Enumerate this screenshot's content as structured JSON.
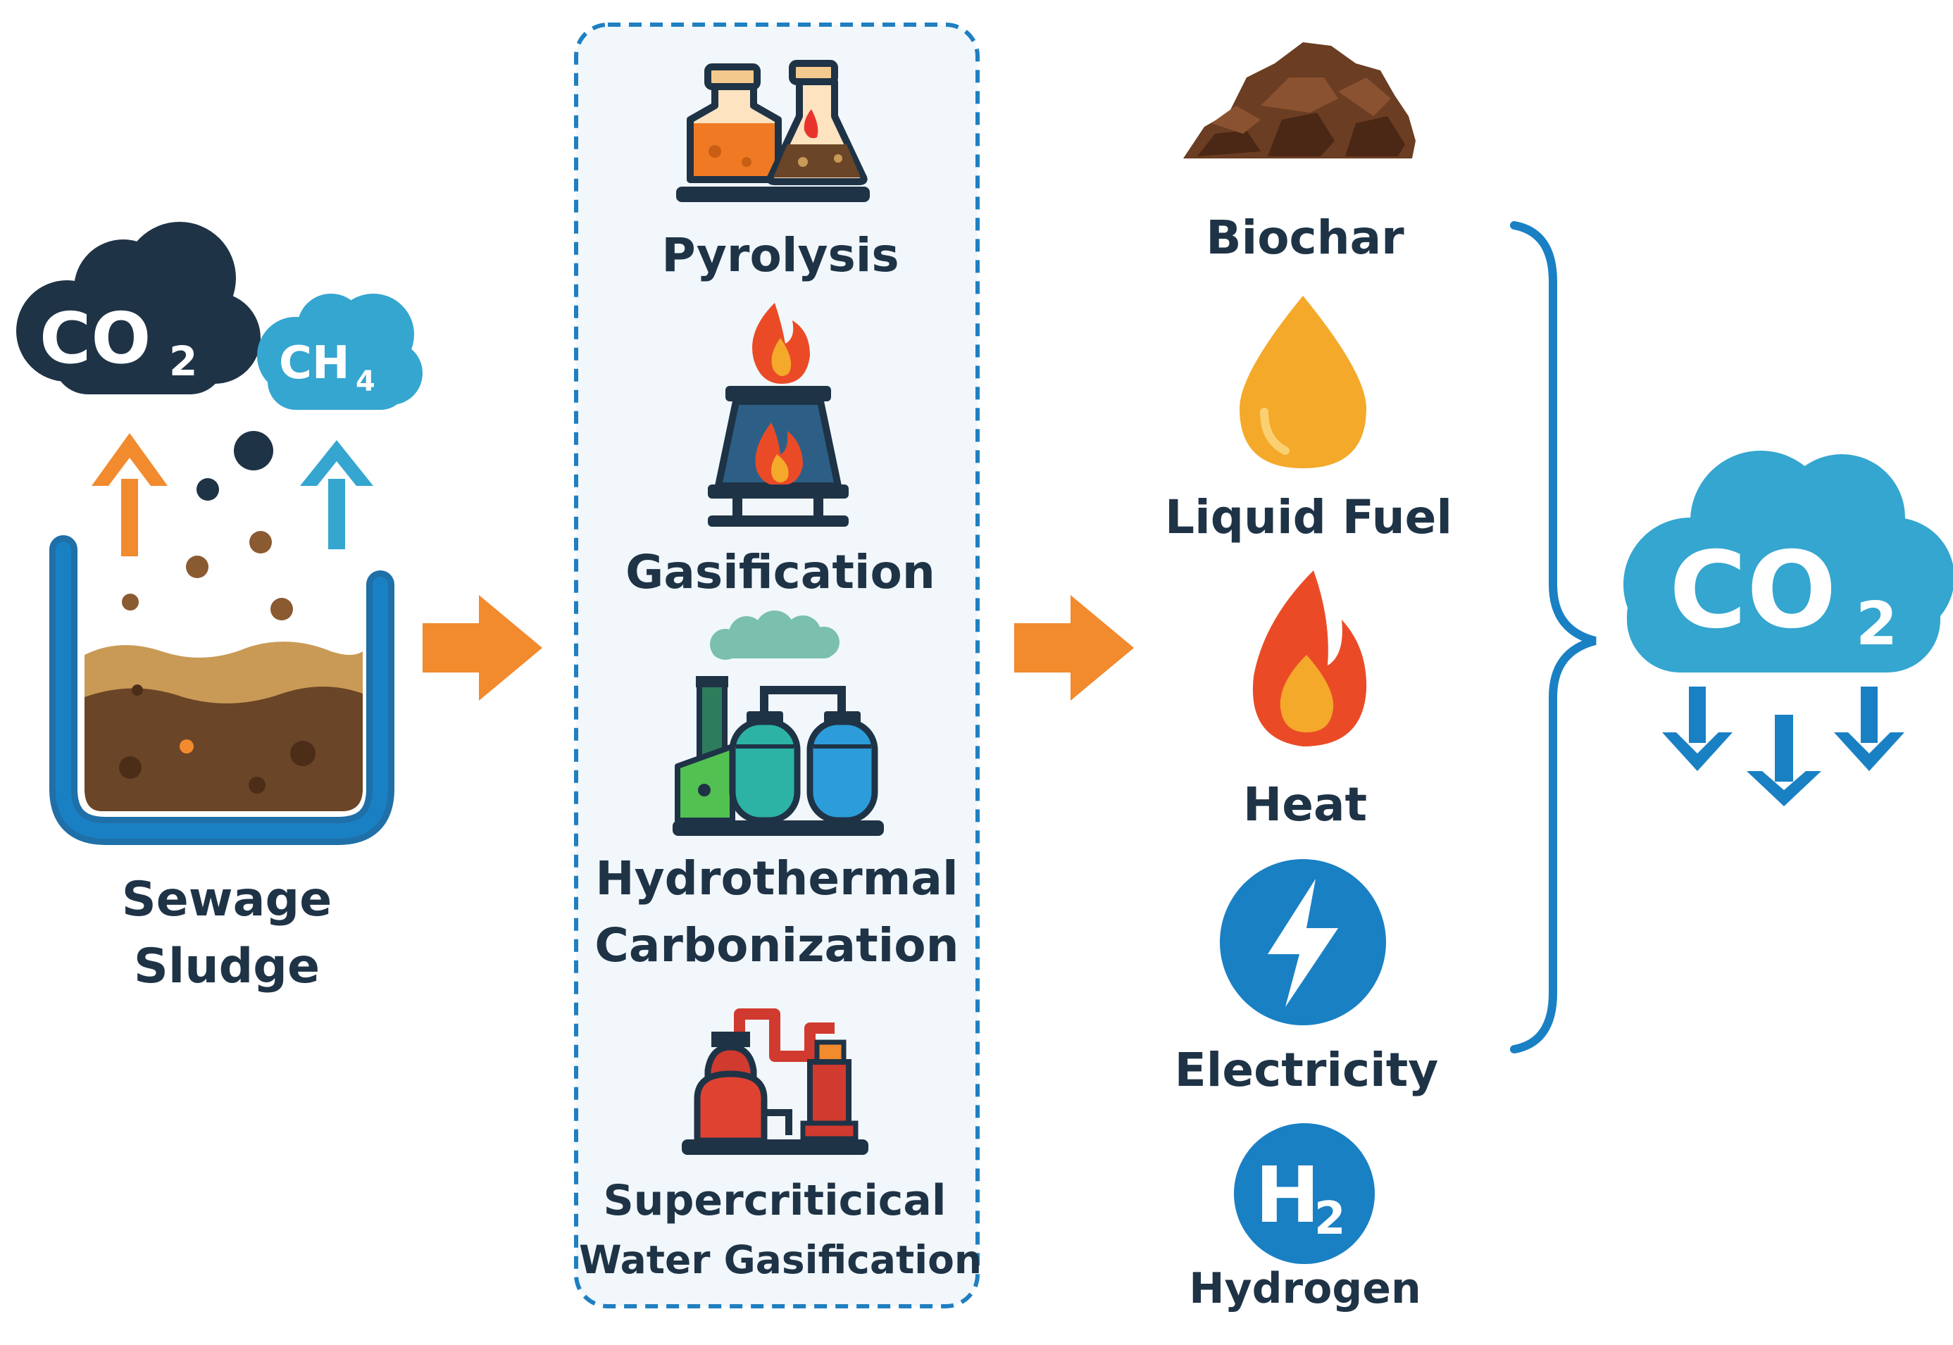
{
  "colors": {
    "dark_navy": "#1f3346",
    "blue": "#1a80c4",
    "light_blue": "#34a6d0",
    "orange": "#f28a2e",
    "panel_bg": "#f1f7fb",
    "panel_border": "#1f7fc0",
    "sludge_brown": "#6b4527",
    "fire_red": "#ea4b26",
    "fuel_yellow": "#f4a92b"
  },
  "emissions": {
    "co2_main": "CO",
    "co2_sub": "2",
    "ch4_main": "CH",
    "ch4_sub": "4"
  },
  "source": {
    "label_line1": "Sewage",
    "label_line2": "Sludge"
  },
  "processes": [
    {
      "label": "Pyrolysis",
      "icon": "lab-flasks-icon"
    },
    {
      "label": "Gasification",
      "icon": "gasifier-furnace-icon"
    },
    {
      "label_line1": "Hydrothermal",
      "label_line2": "Carbonization",
      "icon": "industrial-plant-icon"
    },
    {
      "label_line1": "Supercriticical",
      "label_line2": "Water Gasification",
      "icon": "reactor-vessel-icon"
    }
  ],
  "products": [
    {
      "label": "Biochar",
      "icon": "biochar-pile-icon"
    },
    {
      "label": "Liquid Fuel",
      "icon": "fuel-drop-icon"
    },
    {
      "label": "Heat",
      "icon": "flame-icon"
    },
    {
      "label": "Electricity",
      "icon": "lightning-bolt-icon"
    },
    {
      "label": "Hydrogen",
      "icon": "hydrogen-icon",
      "icon_text_main": "H",
      "icon_text_sub": "2"
    }
  ],
  "outcome": {
    "co2_main": "CO",
    "co2_sub": "2",
    "icon": "co2-capture-cloud-icon"
  }
}
